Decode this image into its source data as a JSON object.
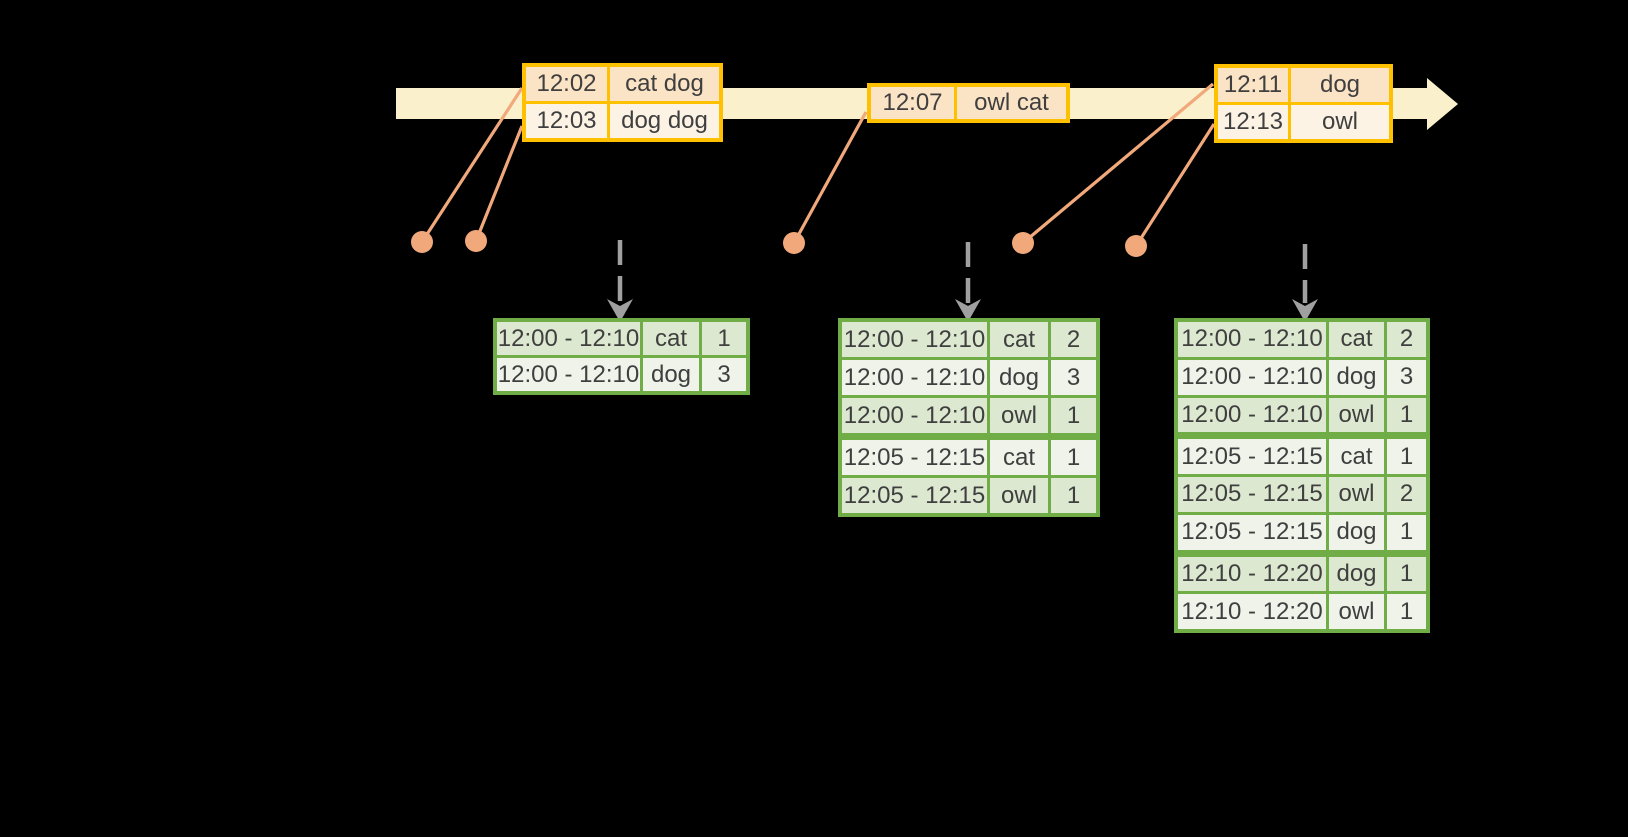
{
  "colors": {
    "background": "#000000",
    "timeline": "#FAF0CC",
    "orange_border": "#FFC000",
    "orange_row_dark": "#FBE3C5",
    "orange_row_light": "#FDF3E5",
    "salmon": "#F1A97B",
    "green_border": "#70AD47",
    "green_row_dark": "#DCE8D0",
    "green_row_light": "#EFF3EA",
    "arrow_gray": "#A0A0A0",
    "text": "#3F3F3F"
  },
  "timeline_events": [
    {
      "rows": [
        {
          "time": "12:02",
          "words": "cat dog"
        },
        {
          "time": "12:03",
          "words": "dog dog"
        }
      ]
    },
    {
      "rows": [
        {
          "time": "12:07",
          "words": "owl cat"
        }
      ]
    },
    {
      "rows": [
        {
          "time": "12:11",
          "words": "dog"
        },
        {
          "time": "12:13",
          "words": "owl"
        }
      ]
    }
  ],
  "result_tables": [
    {
      "rows": [
        {
          "window": "12:00 - 12:10",
          "word": "cat",
          "count": 1
        },
        {
          "window": "12:00 - 12:10",
          "word": "dog",
          "count": 3
        }
      ]
    },
    {
      "rows": [
        {
          "window": "12:00 - 12:10",
          "word": "cat",
          "count": 2
        },
        {
          "window": "12:00 - 12:10",
          "word": "dog",
          "count": 3
        },
        {
          "window": "12:00 - 12:10",
          "word": "owl",
          "count": 1
        },
        {
          "window": "12:05 - 12:15",
          "word": "cat",
          "count": 1
        },
        {
          "window": "12:05 - 12:15",
          "word": "owl",
          "count": 1
        }
      ]
    },
    {
      "rows": [
        {
          "window": "12:00 - 12:10",
          "word": "cat",
          "count": 2
        },
        {
          "window": "12:00 - 12:10",
          "word": "dog",
          "count": 3
        },
        {
          "window": "12:00 - 12:10",
          "word": "owl",
          "count": 1
        },
        {
          "window": "12:05 - 12:15",
          "word": "cat",
          "count": 1
        },
        {
          "window": "12:05 - 12:15",
          "word": "owl",
          "count": 2
        },
        {
          "window": "12:05 - 12:15",
          "word": "dog",
          "count": 1
        },
        {
          "window": "12:10 - 12:20",
          "word": "dog",
          "count": 1
        },
        {
          "window": "12:10 - 12:20",
          "word": "owl",
          "count": 1
        }
      ]
    }
  ]
}
